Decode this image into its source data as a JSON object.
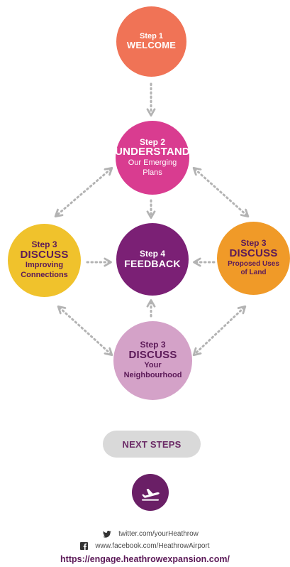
{
  "steps": {
    "welcome": {
      "step": "Step 1",
      "action": "WELCOME"
    },
    "understand": {
      "step": "Step 2",
      "action": "UNDERSTAND",
      "detail_1": "Our Emerging",
      "detail_2": "Plans"
    },
    "feedback": {
      "step": "Step 4",
      "action": "FEEDBACK"
    },
    "connections": {
      "step": "Step 3",
      "action": "DISCUSS",
      "detail_1": "Improving",
      "detail_2": "Connections"
    },
    "land": {
      "step": "Step 3",
      "action": "DISCUSS",
      "detail_1": "Proposed Uses",
      "detail_2": "of Land"
    },
    "neighbourhood": {
      "step": "Step 3",
      "action": "DISCUSS",
      "detail_1": "Your",
      "detail_2": "Neighbourhood"
    }
  },
  "next_steps": {
    "label": "NEXT STEPS"
  },
  "plane_badge": {
    "icon": "plane-takeoff-icon"
  },
  "social": {
    "twitter": "twitter.com/yourHeathrow",
    "facebook": "www.facebook.com/HeathrowAirport"
  },
  "website": "https://engage.heathrowexpansion.com/",
  "colors": {
    "welcome": "#f07356",
    "understand": "#d93c90",
    "feedback": "#7b2075",
    "connections": "#f0c22c",
    "land": "#f09a28",
    "neighbourhood": "#d4a2c8",
    "connector": "#b3b3b3"
  }
}
